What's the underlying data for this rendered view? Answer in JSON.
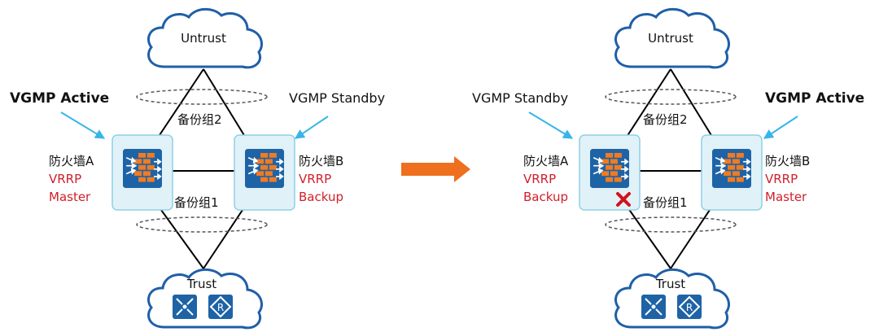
{
  "colors": {
    "cloud_fill": "#ffffff",
    "cloud_stroke": "#1f5fa8",
    "device_fill": "#1e63a6",
    "panel_fill": "#e0f2f8",
    "panel_stroke": "#8ed0e6",
    "wall_color": "#f07b22",
    "arrow_color": "#ee6f1e",
    "callout_color": "#37b5e8",
    "vrrp_color": "#d0202c",
    "fail_color": "#d3121e",
    "line_color": "#000000"
  },
  "diagram": {
    "before": {
      "cloud_top": "Untrust",
      "cloud_bottom": "Trust",
      "left_role": "VGMP Active",
      "right_role": "VGMP Standby",
      "group_upper": "备份组2",
      "group_lower": "备份组1",
      "fw_left": {
        "name": "防火墙A",
        "vrrp": "VRRP",
        "state": "Master"
      },
      "fw_right": {
        "name": "防火墙B",
        "vrrp": "VRRP",
        "state": "Backup"
      }
    },
    "after": {
      "cloud_top": "Untrust",
      "cloud_bottom": "Trust",
      "left_role": "VGMP Standby",
      "right_role": "VGMP Active",
      "group_upper": "备份组2",
      "group_lower": "备份组1",
      "fw_left": {
        "name": "防火墙A",
        "vrrp": "VRRP",
        "state": "Backup"
      },
      "fw_right": {
        "name": "防火墙B",
        "vrrp": "VRRP",
        "state": "Master"
      }
    }
  }
}
